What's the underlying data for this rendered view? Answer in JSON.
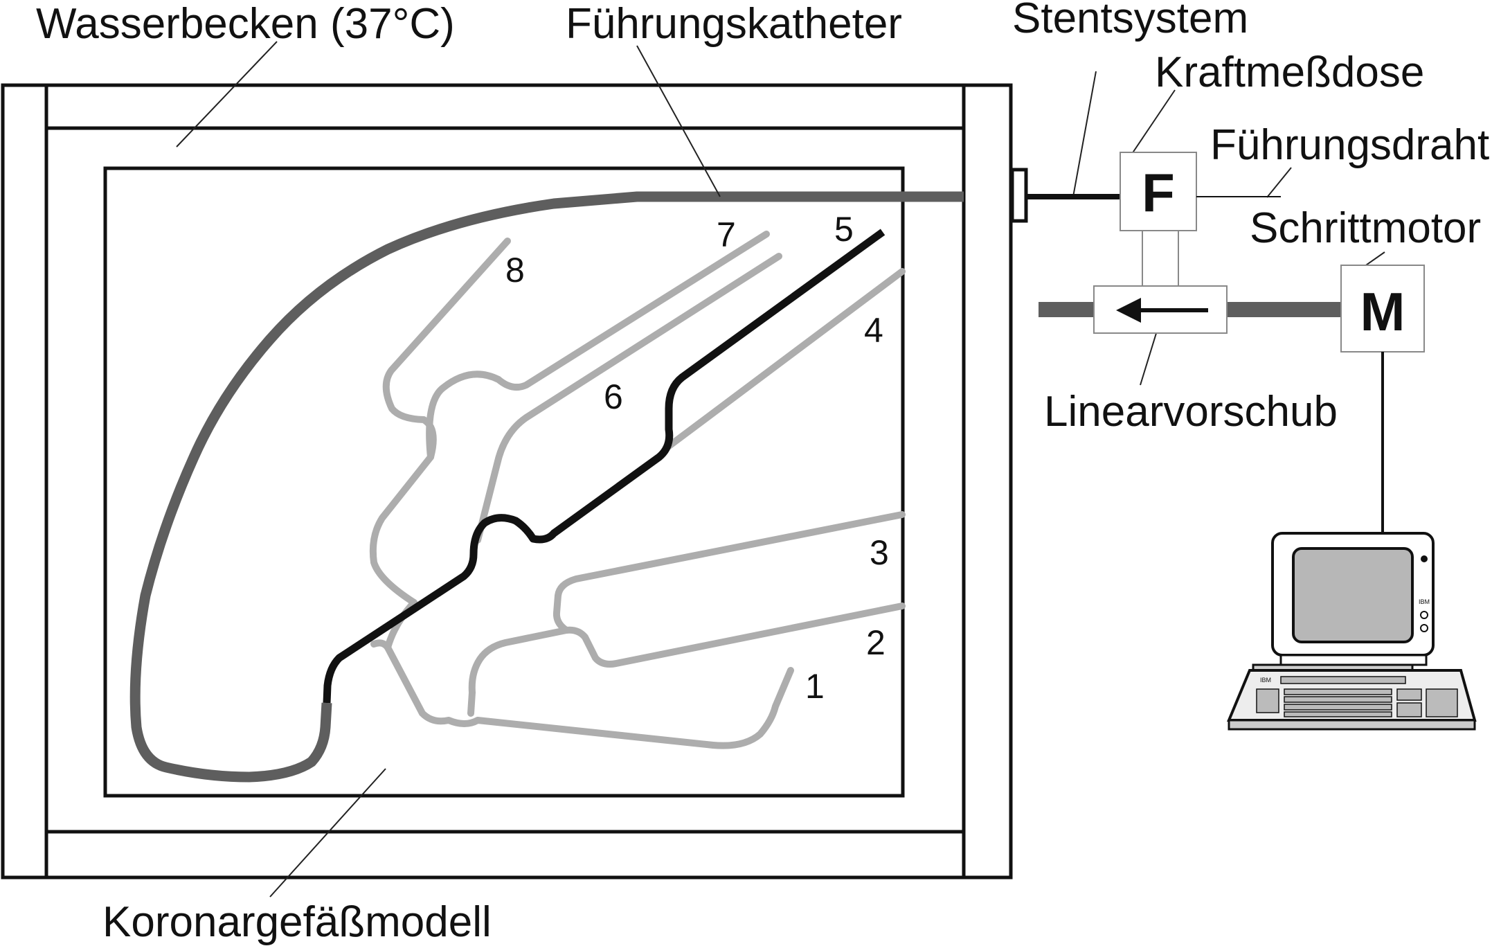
{
  "labels": {
    "water_bath": "Wasserbecken (37°C)",
    "guide_catheter": "Führungskatheter",
    "stent_system": "Stentsystem",
    "load_cell": "Kraftmeßdose",
    "guide_wire": "Führungsdraht",
    "stepper_motor": "Schrittmotor",
    "linear_feed": "Linearvorschub",
    "coronary_model": "Koronargefäßmodell"
  },
  "box_letters": {
    "force": "F",
    "motor": "M"
  },
  "vessel_numbers": [
    "1",
    "2",
    "3",
    "4",
    "5",
    "6",
    "7",
    "8"
  ],
  "colors": {
    "vessel": "#adadad",
    "wire": "#111111",
    "catheter": "#5e5e5e",
    "screen": "#b7b7b7"
  },
  "icons": {
    "computer": "ibm-computer-icon",
    "arrow": "arrow-left-icon"
  }
}
